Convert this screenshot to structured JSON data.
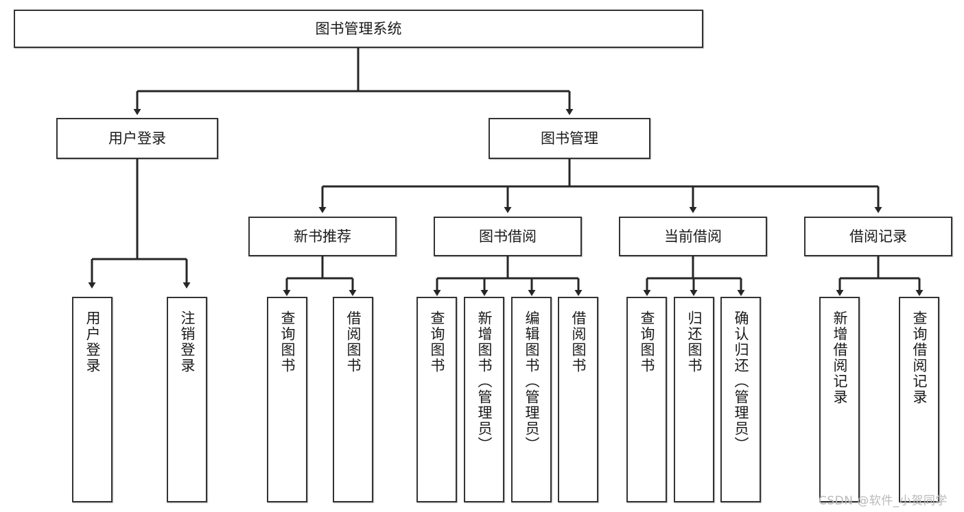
{
  "diagram": {
    "title": "图书管理系统",
    "root": {
      "label": "图书管理系统"
    },
    "level2": [
      {
        "label": "用户登录"
      },
      {
        "label": "图书管理"
      }
    ],
    "level3": [
      {
        "label": "新书推荐"
      },
      {
        "label": "图书借阅"
      },
      {
        "label": "当前借阅"
      },
      {
        "label": "借阅记录"
      }
    ],
    "leaves": {
      "user_login": [
        {
          "label": "用户登录"
        },
        {
          "label": "注销登录"
        }
      ],
      "new_book_recommend": [
        {
          "label": "查询图书"
        },
        {
          "label": "借阅图书"
        }
      ],
      "book_borrow": [
        {
          "label": "查询图书"
        },
        {
          "label": "新增图书（管理员）"
        },
        {
          "label": "编辑图书（管理员）"
        },
        {
          "label": "借阅图书"
        }
      ],
      "current_borrow": [
        {
          "label": "查询图书"
        },
        {
          "label": "归还图书"
        },
        {
          "label": "确认归还（管理员）"
        }
      ],
      "borrow_record": [
        {
          "label": "新增借阅记录"
        },
        {
          "label": "查询借阅记录"
        }
      ]
    },
    "colors": {
      "border": "#333333",
      "text": "#1a1a1a",
      "background": "#ffffff",
      "connector": "#262626",
      "watermark": "#b9b9b9"
    }
  },
  "watermark": {
    "text": "CSDN @软件_小贺同学"
  }
}
